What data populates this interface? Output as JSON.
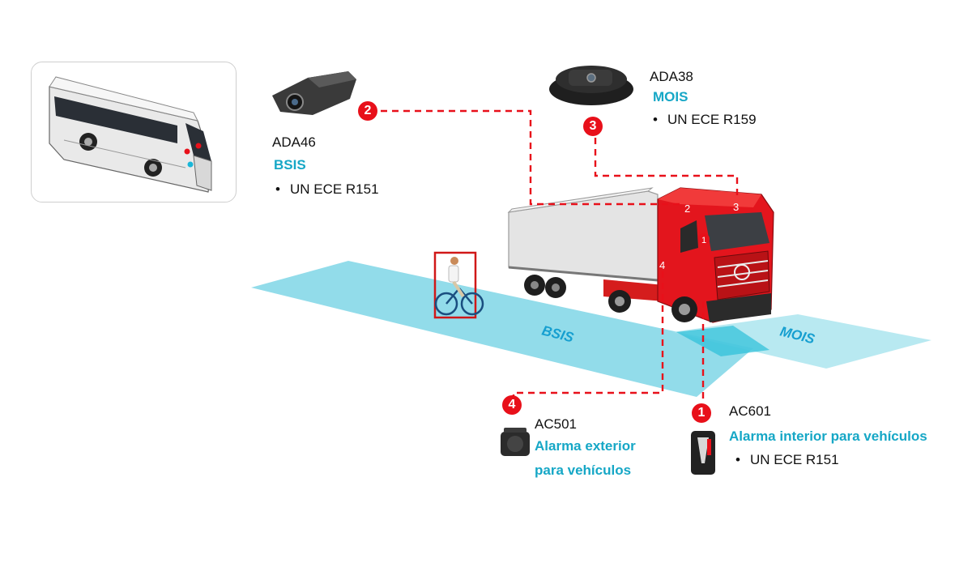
{
  "devices": [
    {
      "number": "2",
      "model": "ADA46",
      "function": "BSIS",
      "standard": "UN ECE R151"
    },
    {
      "number": "3",
      "model": "ADA38",
      "function": "MOIS",
      "standard": "UN ECE R159"
    },
    {
      "number": "4",
      "model": "AC501",
      "function_line1": "Alarma exterior",
      "function_line2": "para vehículos"
    },
    {
      "number": "1",
      "model": "AC601",
      "function": "Alarma interior para vehículos",
      "standard": "UN ECE R151"
    }
  ],
  "zones": {
    "left": "BSIS",
    "right": "MOIS"
  },
  "truck_markers": [
    "2",
    "3",
    "1",
    "4"
  ],
  "bullet": "•",
  "colors": {
    "accent_red": "#e8101a",
    "accent_cyan": "#16a7c6",
    "zone_fill": "#7fd6e6"
  }
}
